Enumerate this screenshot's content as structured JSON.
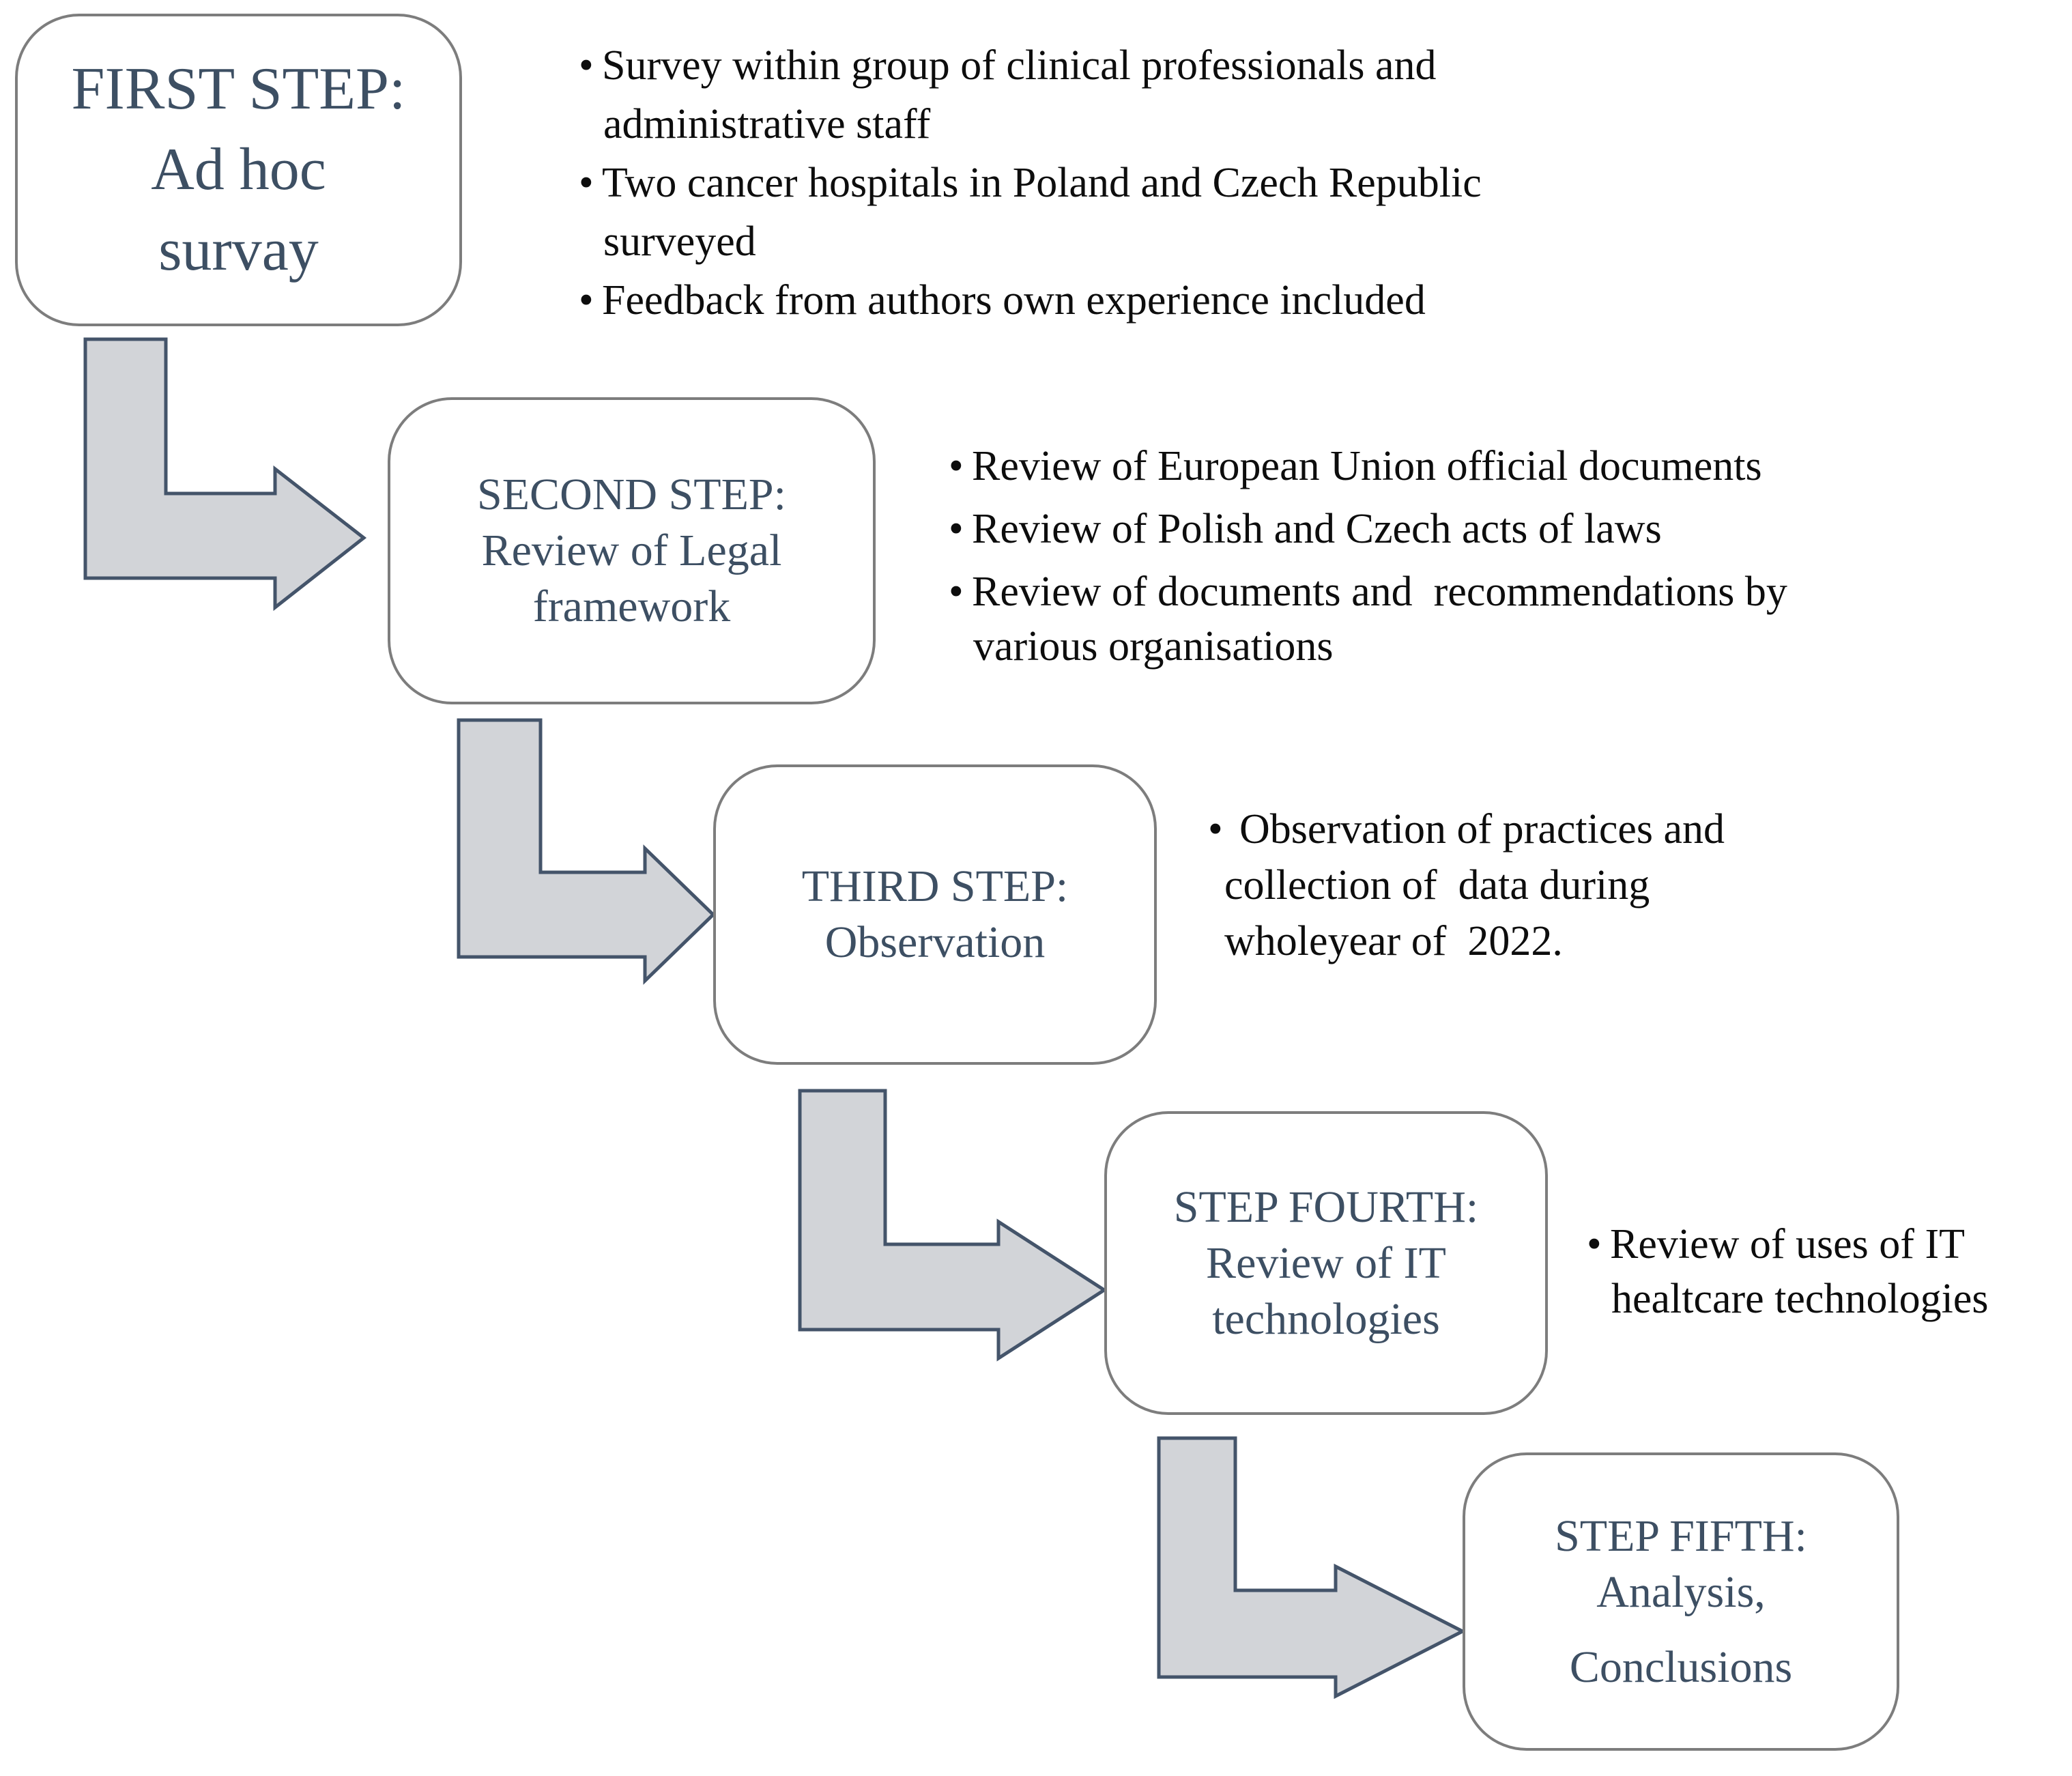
{
  "icons": {
    "bullet": "•"
  },
  "colors": {
    "title_text": "#3d4f63",
    "note_text": "#0d0d0d",
    "box_border": "#7d7d7d",
    "arrow_fill": "#d2d4d8",
    "arrow_stroke": "#44546a"
  },
  "steps": [
    {
      "title_lines": [
        "FIRST STEP:",
        "Ad hoc",
        "survay"
      ],
      "bullets": [
        {
          "lines": [
            "Survey within group of clinical professionals and",
            "administrative staff"
          ]
        },
        {
          "lines": [
            "Two cancer hospitals in Poland and Czech Republic",
            "surveyed"
          ]
        },
        {
          "lines": [
            "Feedback from authors own experience included"
          ]
        }
      ]
    },
    {
      "title_lines": [
        "SECOND STEP:",
        "Review of Legal",
        "framework"
      ],
      "bullets": [
        {
          "lines": [
            "Review of European Union official documents"
          ]
        },
        {
          "lines": [
            "Review of Polish and Czech acts of laws"
          ]
        },
        {
          "lines": [
            "Review of documents and  recommendations by",
            "various organisations"
          ]
        }
      ]
    },
    {
      "title_lines": [
        "THIRD STEP:",
        "Observation"
      ],
      "bullets": [
        {
          "lines": [
            "Observation of practices and",
            "collection of  data during",
            "wholeyear of  2022."
          ]
        }
      ]
    },
    {
      "title_lines": [
        "STEP FOURTH:",
        "Review of IT",
        "technologies"
      ],
      "bullets": [
        {
          "lines": [
            "Review of uses of IT",
            "healtcare technologies"
          ]
        }
      ]
    },
    {
      "title_lines": [
        "STEP FIFTH:",
        "Analysis,",
        "Conclusions"
      ],
      "bullets": []
    }
  ]
}
